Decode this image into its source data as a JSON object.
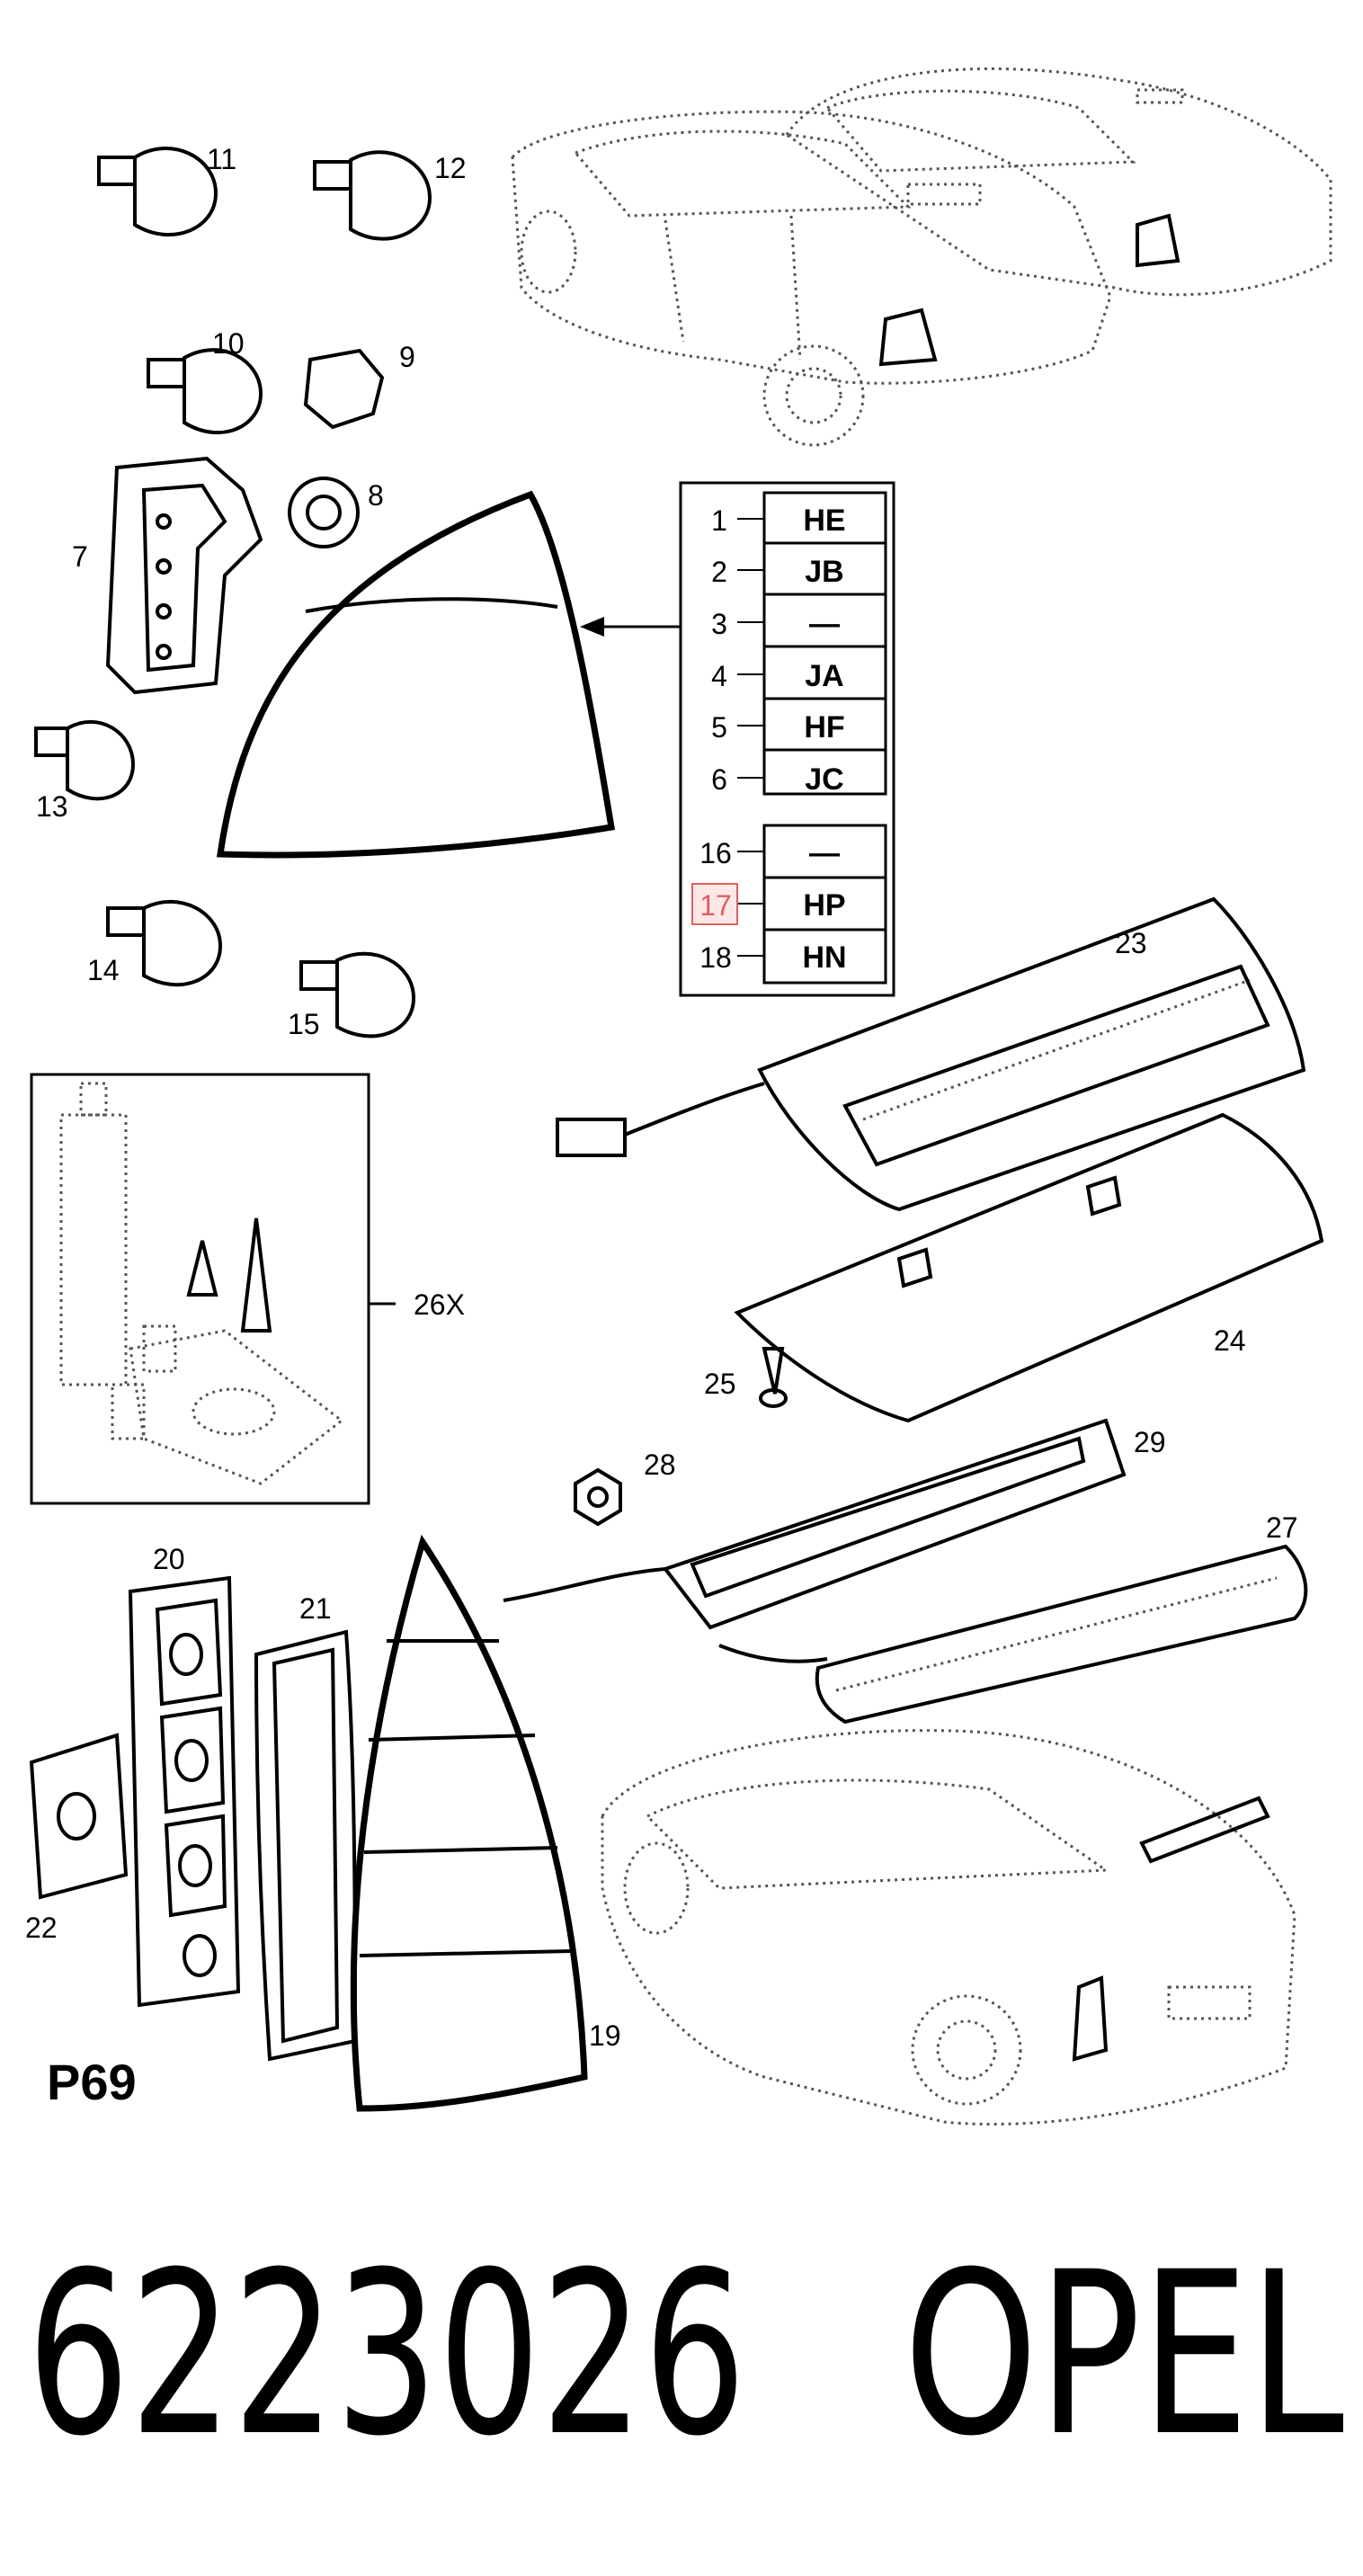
{
  "callouts": {
    "c1": "1",
    "c2": "2",
    "c3": "3",
    "c4": "4",
    "c5": "5",
    "c6": "6",
    "c7": "7",
    "c8": "8",
    "c9": "9",
    "c10": "10",
    "c11": "11",
    "c12": "12",
    "c13": "13",
    "c14": "14",
    "c15": "15",
    "c16": "16",
    "c17": "17",
    "c18": "18",
    "c19": "19",
    "c20": "20",
    "c21": "21",
    "c22": "22",
    "c23": "23",
    "c24": "24",
    "c25": "25",
    "c26x": "26X",
    "c27": "27",
    "c28": "28",
    "c29": "29"
  },
  "table": {
    "r1": "HE",
    "r2": "JB",
    "r3": "—",
    "r4": "JA",
    "r5": "HF",
    "r6": "JC",
    "r16": "—",
    "r17": "HP",
    "r18": "HN"
  },
  "page_code": "P69",
  "part_number": "6223026",
  "brand": "OPEL"
}
